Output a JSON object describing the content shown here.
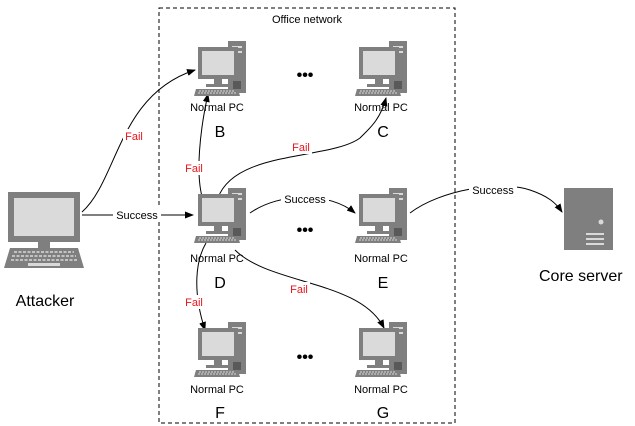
{
  "network_label": "Office network",
  "edges": {
    "attacker_b": "Fail",
    "attacker_d": "Success",
    "d_b": "Fail",
    "d_c": "Fail",
    "d_e": "Success",
    "e_server": "Success",
    "d_f": "Fail",
    "d_g": "Fail"
  },
  "nodes": {
    "attacker": "Attacker",
    "server": "Core server",
    "b": {
      "name": "Normal PC",
      "letter": "B"
    },
    "c": {
      "name": "Normal PC",
      "letter": "C"
    },
    "d": {
      "name": "Normal PC",
      "letter": "D"
    },
    "e": {
      "name": "Normal PC",
      "letter": "E"
    },
    "f": {
      "name": "Normal PC",
      "letter": "F"
    },
    "g": {
      "name": "Normal PC",
      "letter": "G"
    }
  },
  "ellipsis": "•••",
  "colors": {
    "fail": "#e8141e",
    "line": "#000000",
    "device": "#7f7f7f",
    "device_dark": "#595959",
    "screen": "#dadada"
  }
}
